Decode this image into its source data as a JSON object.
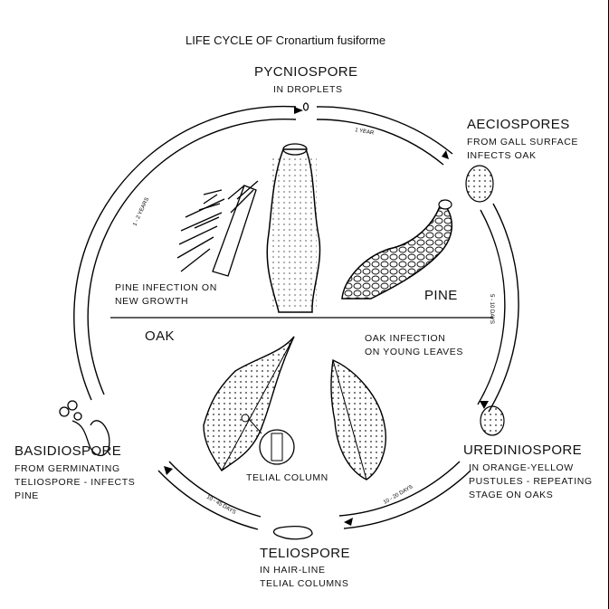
{
  "title": "LIFE CYCLE OF Cronartium fusiforme",
  "stages": {
    "pycniospore": {
      "name": "PYCNIOSPORE",
      "desc": "IN DROPLETS"
    },
    "aeciospores": {
      "name": "AECIOSPORES",
      "desc_1": "FROM GALL SURFACE",
      "desc_2": "INFECTS OAK"
    },
    "urediniospore": {
      "name": "UREDINIOSPORE",
      "desc_1": "IN ORANGE-YELLOW",
      "desc_2": "PUSTULES - REPEATING",
      "desc_3": "STAGE ON OAKS"
    },
    "teliospore": {
      "name": "TELIOSPORE",
      "desc_1": "IN HAIR-LINE",
      "desc_2": "TELIAL COLUMNS"
    },
    "basidiospore": {
      "name": "BASIDIOSPORE",
      "desc_1": "FROM GERMINATING",
      "desc_2": "TELIOSPORE - INFECTS",
      "desc_3": "PINE"
    }
  },
  "hosts": {
    "pine": "PINE",
    "oak": "OAK"
  },
  "notes": {
    "pine_infection_1": "PINE INFECTION ON",
    "pine_infection_2": "NEW GROWTH",
    "oak_infection_1": "OAK INFECTION",
    "oak_infection_2": "ON YOUNG LEAVES",
    "telial_column": "TELIAL COLUMN"
  },
  "durations": {
    "top_right": "1 YEAR",
    "left": "1 - 2 YEARS",
    "right": "5 - 10 DAYS",
    "bottom_right": "10 - 20 DAYS",
    "bottom_left": "10 - 45 DAYS"
  }
}
